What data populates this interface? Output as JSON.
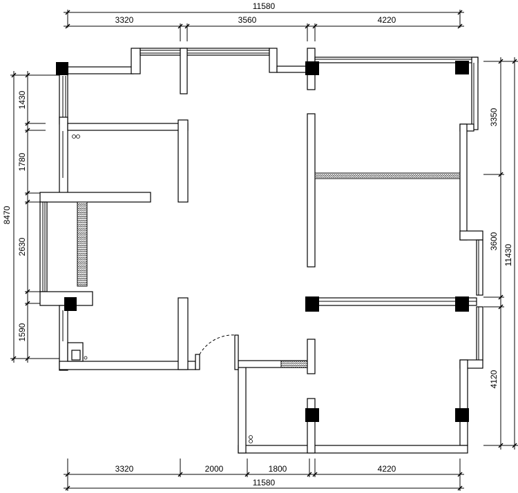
{
  "dimensions": {
    "top_total": "11580",
    "top_segments": [
      "3320",
      "3560",
      "4220"
    ],
    "bottom_segments": [
      "3320",
      "2000",
      "1800",
      "4220"
    ],
    "bottom_total": "11580",
    "left_total": "8470",
    "left_segments": [
      "1430",
      "1780",
      "2630",
      "1590"
    ],
    "right_total": "11430",
    "right_segments": [
      "3350",
      "3600",
      "4120"
    ]
  }
}
